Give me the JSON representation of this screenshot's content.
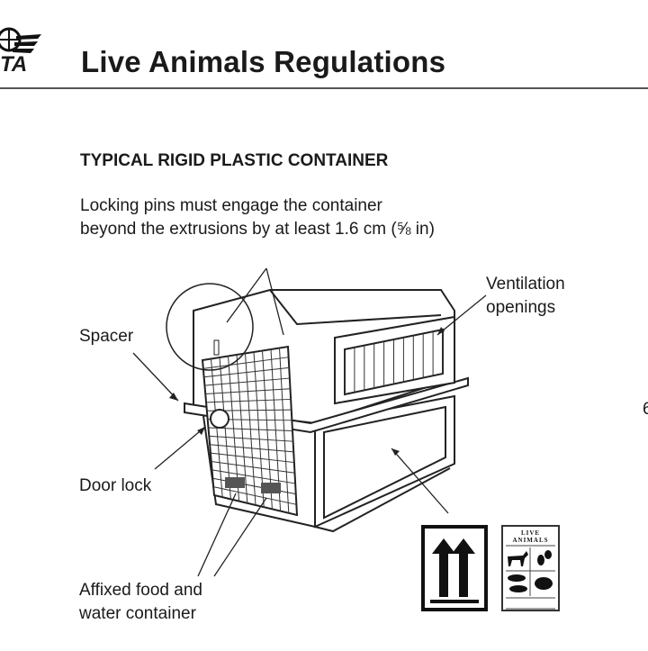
{
  "header": {
    "title": "Live Animals Regulations",
    "logo_text": "IATA"
  },
  "section": {
    "heading": "TYPICAL RIGID PLASTIC CONTAINER",
    "description_line1": "Locking pins must engage the container",
    "description_line2": "beyond the extrusions by at least 1.6 cm (⅝ in)"
  },
  "labels": {
    "spacer": "Spacer",
    "ventilation_line1": "Ventilation",
    "ventilation_line2": "openings",
    "door_lock": "Door lock",
    "food_line1": "Affixed food and",
    "food_line2": "water container"
  },
  "stickers": {
    "live_animals": "LIVE ANIMALS"
  },
  "margin_text": "6"
}
